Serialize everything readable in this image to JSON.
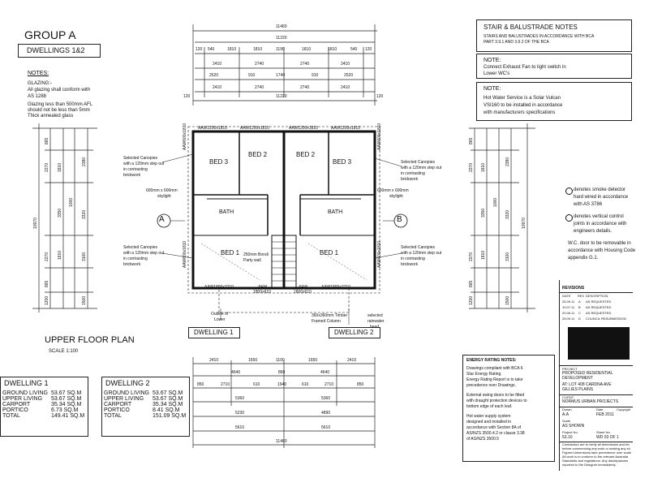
{
  "title": {
    "group": "GROUP A",
    "dwellings": "DWELLINGS 1&2"
  },
  "notes": {
    "heading": "NOTES:",
    "glazing_label": "GLAZING:-",
    "glazing_lines": [
      "All glazing shall conform with",
      "AS 1288",
      "Glazing less than 500mm AFL",
      "should not be less than 5mm",
      "Thick annealed glass"
    ]
  },
  "stair_notes": {
    "heading": "STAIR & BALUSTRADE NOTES",
    "lines": [
      "STAIRS AND BALUSTRADES IN ACCORDANCE WITH BCA",
      "PART 3.9.1 AND 3.9.2 OF THE BCA"
    ]
  },
  "note_exhaust": {
    "heading": "NOTE:",
    "lines": [
      "Connect Exhaust Fan to light switch in",
      "Lower WC's"
    ]
  },
  "note_hws": {
    "heading": "NOTE:",
    "lines": [
      "Hot Water Service is a Solar Vulcan",
      "VSI160 to be installed in accordance",
      "with manufacturers specifications"
    ]
  },
  "legend": {
    "smoke": [
      "denotes smoke detector",
      "hard wired in accordance",
      "with AS 3786"
    ],
    "control": [
      "denotes vertical control",
      "joints in accordance with",
      "engineers details."
    ],
    "wc": [
      "W.C. door to be removable in",
      "accordance with Housing Code",
      "appendix G.1."
    ]
  },
  "plan": {
    "title": "UPPER FLOOR PLAN",
    "scale": "SCALE 1:100",
    "grid_a": "A",
    "grid_b": "B",
    "rooms": {
      "bed1": "BED 1",
      "bed2": "BED 2",
      "bed3": "BED 3",
      "bath": "BATH",
      "party_wall": [
        "250mm Bondi",
        "Party wall"
      ]
    },
    "windows": {
      "top": [
        "AAW1200x1810",
        "AAW1200x1810",
        "AAW1200x1810",
        "AAW1200x1810"
      ],
      "bottom_left": "AAW1800x2710",
      "bottom_right": "AAW1800x2710",
      "afw_left": [
        "AFW",
        "1800x610"
      ],
      "afw_right": [
        "AFW",
        "1800x610"
      ],
      "side_left_top": "AAW600x1810",
      "side_left_bottom": "AAW600x1810",
      "side_right_top": "AAW600x1810",
      "side_right_bottom": "AAW600x1810"
    },
    "annotations": {
      "canopy_tl": [
        "Selected Canopies",
        "with a 120mm step out",
        "in contrasting",
        "brickwork"
      ],
      "canopy_bl": [
        "Selected Canopies",
        "with a 120mm step out",
        "in contrasting",
        "brickwork"
      ],
      "canopy_tr": [
        "Selected Canopies",
        "with a 120mm step out",
        "in contrasting",
        "brickwork"
      ],
      "canopy_br": [
        "Selected Canopies",
        "with a 120mm step out",
        "in contrasting",
        "brickwork"
      ],
      "skylight_l": [
        "600mm x 600mm",
        "skylight"
      ],
      "skylight_r": [
        "600mm x 600mm",
        "skylight"
      ],
      "outline_lower": [
        "Outline of",
        "Lower"
      ],
      "timber_column": [
        "360x360mm Timber",
        "Framed Column"
      ],
      "rainwater": [
        "selected",
        "rainwater",
        "head"
      ]
    },
    "dwelling_labels": [
      "DWELLING 1",
      "DWELLING 2"
    ]
  },
  "dims": {
    "top_overall": "11460",
    "top_second": "11220",
    "top_row1": [
      "120",
      "540",
      "1810",
      "1810",
      "1190",
      "1810",
      "1810",
      "540",
      "120"
    ],
    "top_row2": [
      "2410",
      "2740",
      "2740",
      "2410"
    ],
    "top_row3": [
      "2520",
      "910",
      "1740",
      "910",
      "2520"
    ],
    "top_row4": [
      "2410",
      "2740",
      "2740",
      "2410"
    ],
    "top_row5": [
      "120",
      "11220",
      "120"
    ],
    "bottom_row1": [
      "2410",
      "1650",
      "1100",
      "1650",
      "2410"
    ],
    "bottom_row2": [
      "4640",
      "860",
      "4640"
    ],
    "bottom_row3": [
      "850",
      "2710",
      "610",
      "1940",
      "610",
      "2710",
      "850"
    ],
    "bottom_row4": [
      "5360",
      "5360"
    ],
    "bottom_row5": [
      "5230",
      "4890"
    ],
    "bottom_row6": [
      "5610",
      "5610"
    ],
    "bottom_overall": "11460",
    "left_overall": "10970",
    "left_col1": [
      "865",
      "2270",
      "1810",
      "3350",
      "1000",
      "1810",
      "2270",
      "865",
      "1200"
    ],
    "left_col2": [
      "2380",
      "3320",
      "3100",
      "1500"
    ],
    "right_col1": [
      "865",
      "2270",
      "1810",
      "3350",
      "1000",
      "1810",
      "2270",
      "865",
      "1200"
    ],
    "right_col2": [
      "2380",
      "3320",
      "3100",
      "1500"
    ]
  },
  "areas": {
    "dwelling1": {
      "title": "DWELLING 1",
      "rows": [
        {
          "label": "GROUND LIVING",
          "value": "53.67 SQ.M"
        },
        {
          "label": "UPPER LIVING",
          "value": "53.67 SQ.M"
        },
        {
          "label": "CARPORT",
          "value": "35.34 SQ.M"
        },
        {
          "label": "PORTICO",
          "value": "6.73 SQ.M"
        },
        {
          "label": "TOTAL",
          "value": "149.41 SQ.M"
        }
      ]
    },
    "dwelling2": {
      "title": "DWELLING 2",
      "rows": [
        {
          "label": "GROUND LIVING",
          "value": "53.67 SQ.M"
        },
        {
          "label": "UPPER LIVING",
          "value": "53.67 SQ.M"
        },
        {
          "label": "CARPORT",
          "value": "35.34 SQ.M"
        },
        {
          "label": "PORTICO",
          "value": "8.41 SQ.M"
        },
        {
          "label": "TOTAL",
          "value": "151.09 SQ.M"
        }
      ]
    }
  },
  "energy": {
    "heading": "ENERGY RATING NOTES:",
    "lines": [
      "Drawings compliant with BCA 6",
      "Star Energy Rating.",
      "Energy Rating Report is to take",
      "precedence over Drawings.",
      "External swing doors to be fitted",
      "with draught protection devices to",
      "bottom edge of each leaf.",
      "Hot water supply system",
      "designed and installed in",
      "accordance with Section 8A of",
      "AS/NZS 3500.4.2 or clause 3.38",
      "of AS/NZS 3500.5"
    ]
  },
  "revisions": {
    "heading": "REVISIONS",
    "headers": [
      "DATE",
      "REV",
      "DESCRIPTION"
    ],
    "rows": [
      [
        "25.05.11",
        "A",
        "AS REQUESTED"
      ],
      [
        "10.07.11",
        "B",
        "AS REQUESTED"
      ],
      [
        "20.06.11",
        "C",
        "AS REQUESTED"
      ],
      [
        "25.09.11",
        "D",
        "COUNCIL RESUBMISSION"
      ]
    ]
  },
  "title_block": {
    "project_label": "PROJECT",
    "project": [
      "PROPOSED RESIDENTIAL",
      "DEVELOPMENT"
    ],
    "at": [
      "AT: LOT 408 CARDNA AVE",
      "GILLIES PLAINS"
    ],
    "client_label": "CLIENT",
    "client": "NORMUS URBAN PROJECTS",
    "drawn_label": "Drawn",
    "drawn": "A.A",
    "date_label": "Date",
    "date": "FEB 2011",
    "copyright_label": "Copyright",
    "scale_label": "Scale",
    "scale": "AS SHOWN",
    "project_no_label": "Project No.",
    "project_no": "53.10",
    "sheet_label": "Sheet No.",
    "sheet": "WD 03 OF 1",
    "footer": [
      "Contractors are to verify all dimensions and lev",
      "before commencing any work or making any sh",
      "Figured dimensions take precedence over scale",
      "All work is to conform to the relevant Australia",
      "Standards and regulations. Any discrepancies",
      "reported to the Designer immediately."
    ]
  }
}
